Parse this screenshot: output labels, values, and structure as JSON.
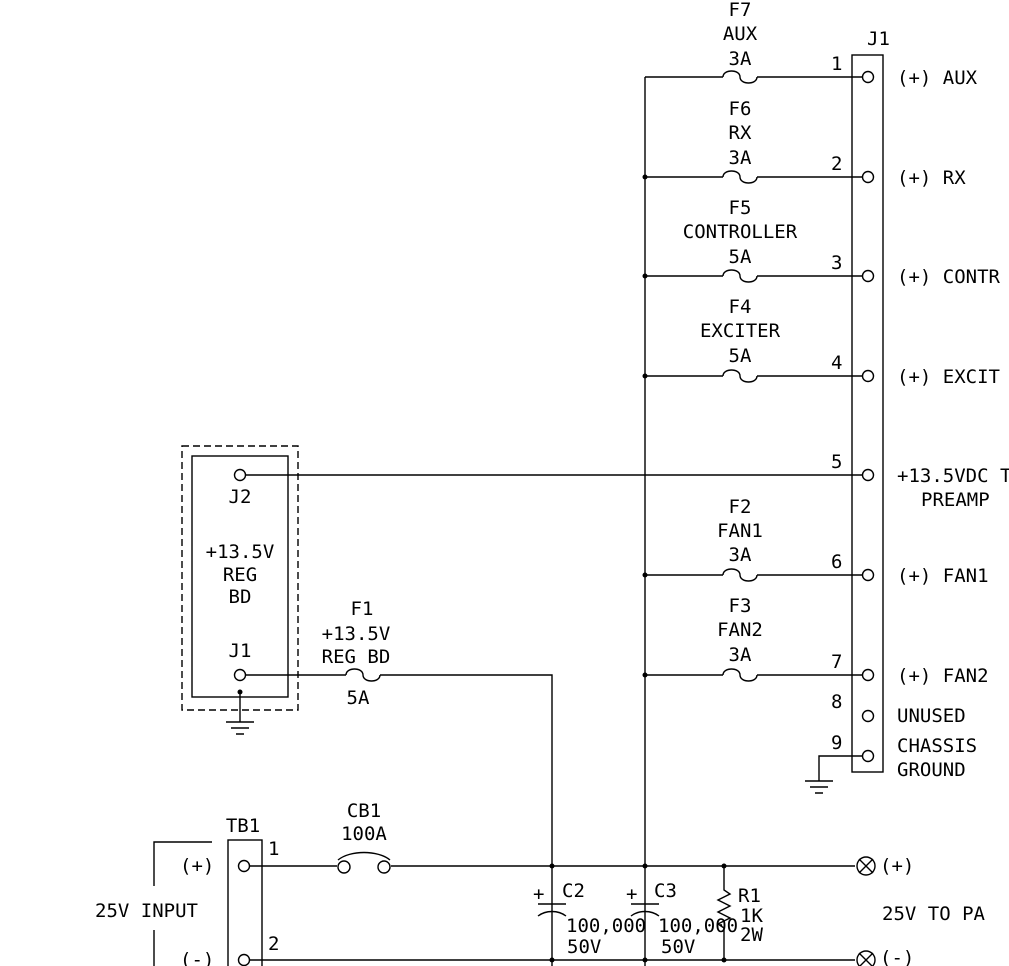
{
  "fuses": [
    {
      "ref": "F7",
      "name": "AUX",
      "rating": "3A"
    },
    {
      "ref": "F6",
      "name": "RX",
      "rating": "3A"
    },
    {
      "ref": "F5",
      "name": "CONTROLLER",
      "rating": "5A"
    },
    {
      "ref": "F4",
      "name": "EXCITER",
      "rating": "5A"
    },
    {
      "ref": "F2",
      "name": "FAN1",
      "rating": "3A"
    },
    {
      "ref": "F3",
      "name": "FAN2",
      "rating": "3A"
    }
  ],
  "f1": {
    "ref": "F1",
    "line1": "+13.5V",
    "line2": "REG BD",
    "rating": "5A"
  },
  "j1": {
    "ref": "J1",
    "pins": [
      {
        "num": "1",
        "label": "(+) AUX"
      },
      {
        "num": "2",
        "label": "(+) RX"
      },
      {
        "num": "3",
        "label": "(+) CONTR"
      },
      {
        "num": "4",
        "label": "(+) EXCIT"
      },
      {
        "num": "5",
        "label": "+13.5VDC T",
        "label2": "PREAMP"
      },
      {
        "num": "6",
        "label": "(+) FAN1"
      },
      {
        "num": "7",
        "label": "(+) FAN2"
      },
      {
        "num": "8",
        "label": "UNUSED"
      },
      {
        "num": "9",
        "label": "CHASSIS",
        "label2": "GROUND"
      }
    ]
  },
  "regbd": {
    "j2": "J2",
    "j1": "J1",
    "line1": "+13.5V",
    "line2": "REG",
    "line3": "BD"
  },
  "tb1": {
    "ref": "TB1",
    "pin1": "1",
    "pin2": "2",
    "plus": "(+)",
    "minus": "(-)",
    "input_label": "25V INPUT"
  },
  "cb1": {
    "ref": "CB1",
    "rating": "100A"
  },
  "c2": {
    "ref": "C2",
    "value": "100,000",
    "voltage": "50V",
    "polarity": "+"
  },
  "c3": {
    "ref": "C3",
    "value": "100,000",
    "voltage": "50V",
    "polarity": "+"
  },
  "r1": {
    "ref": "R1",
    "value": "1K",
    "power": "2W"
  },
  "output": {
    "label": "25V TO PA",
    "plus": "(+)",
    "minus": "(-)"
  }
}
